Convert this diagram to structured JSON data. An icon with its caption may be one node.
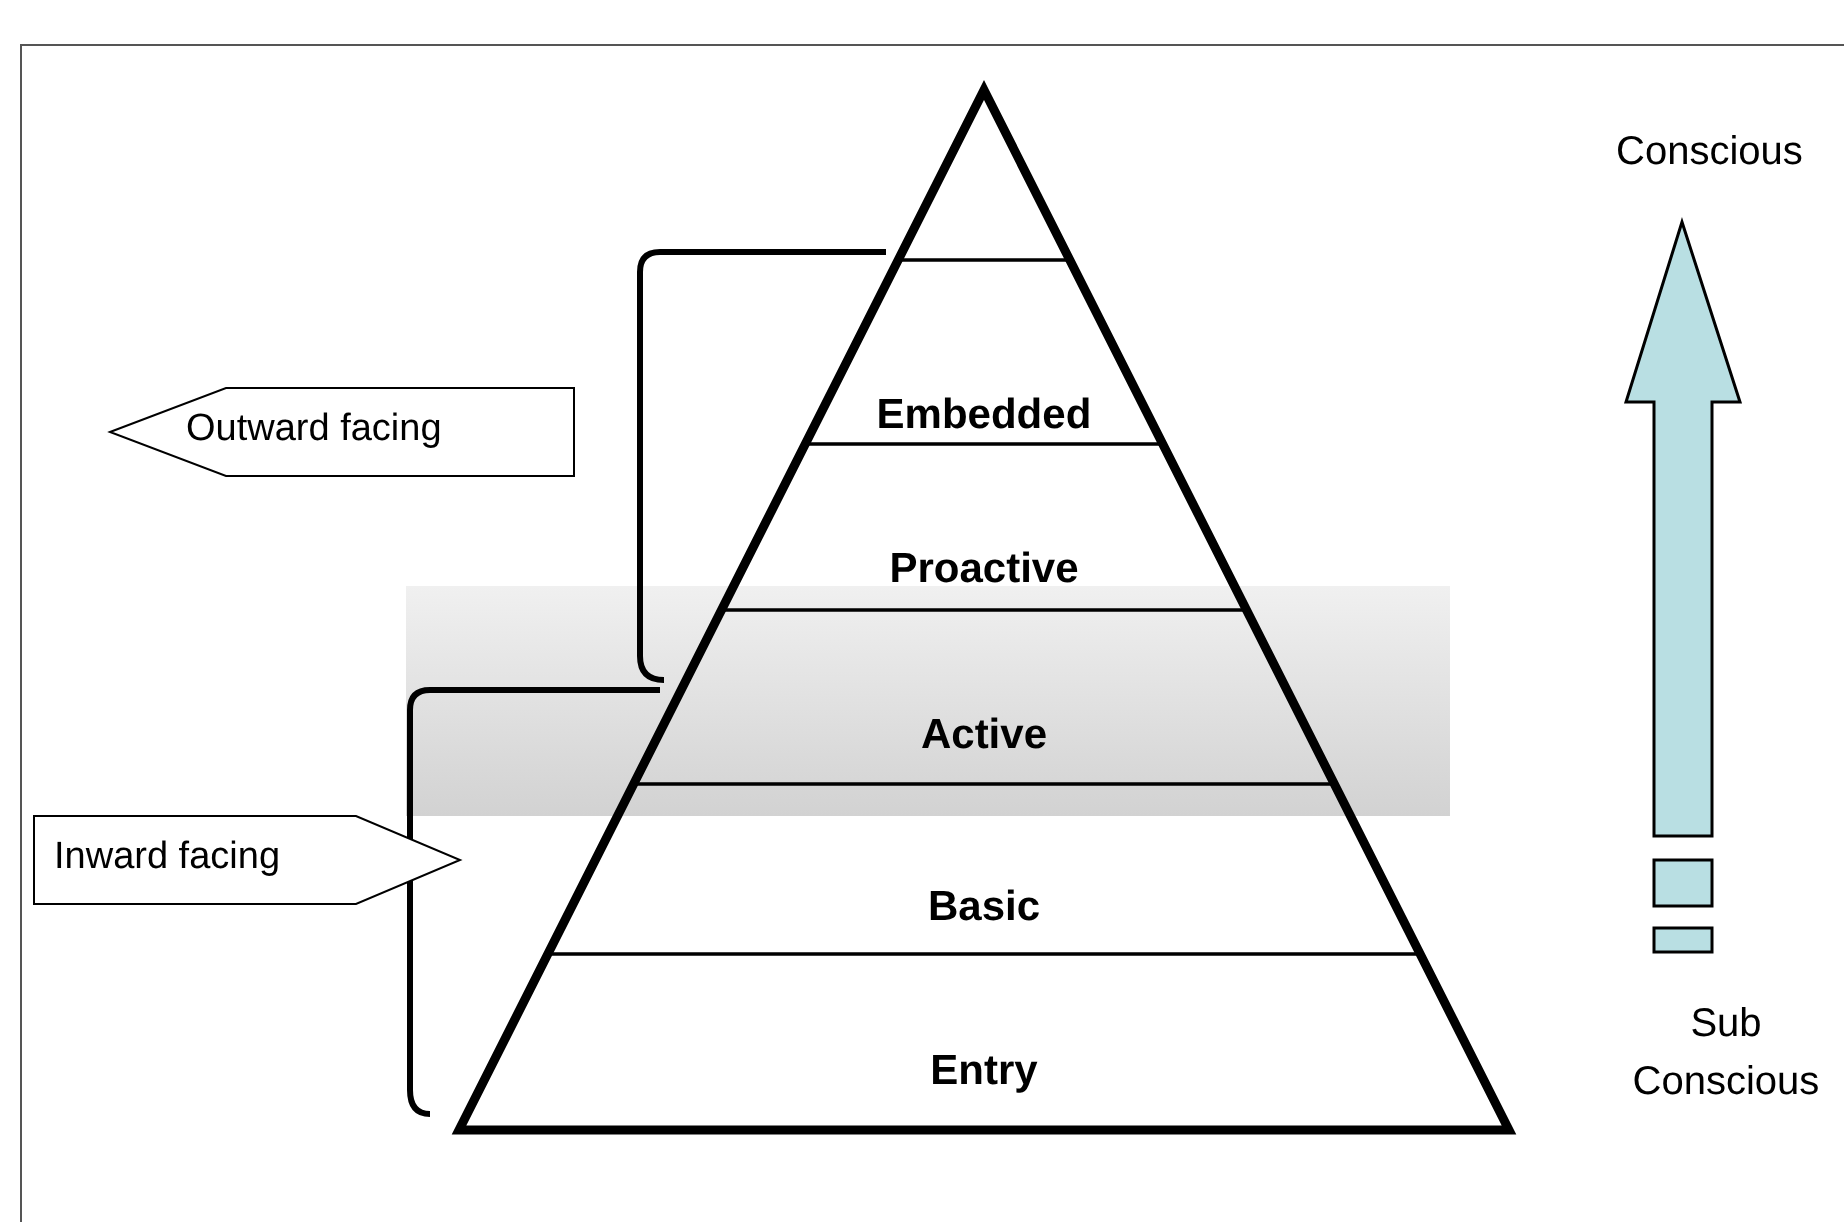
{
  "diagram": {
    "nodes": [
      {
        "text": [],
        "shape": "triangle"
      },
      {
        "text": [
          "Embedded"
        ]
      },
      {
        "text": [
          "Outward facing"
        ]
      },
      {
        "text": [
          "Proactive"
        ]
      },
      {
        "text": [
          "Active"
        ]
      },
      {
        "text": [
          "Inward facing"
        ]
      },
      {
        "text": [
          "Basic"
        ]
      },
      {
        "text": [
          "Entry"
        ]
      }
    ],
    "edges": [],
    "labels": [
      "Conscious",
      "Sub Conscious"
    ]
  }
}
